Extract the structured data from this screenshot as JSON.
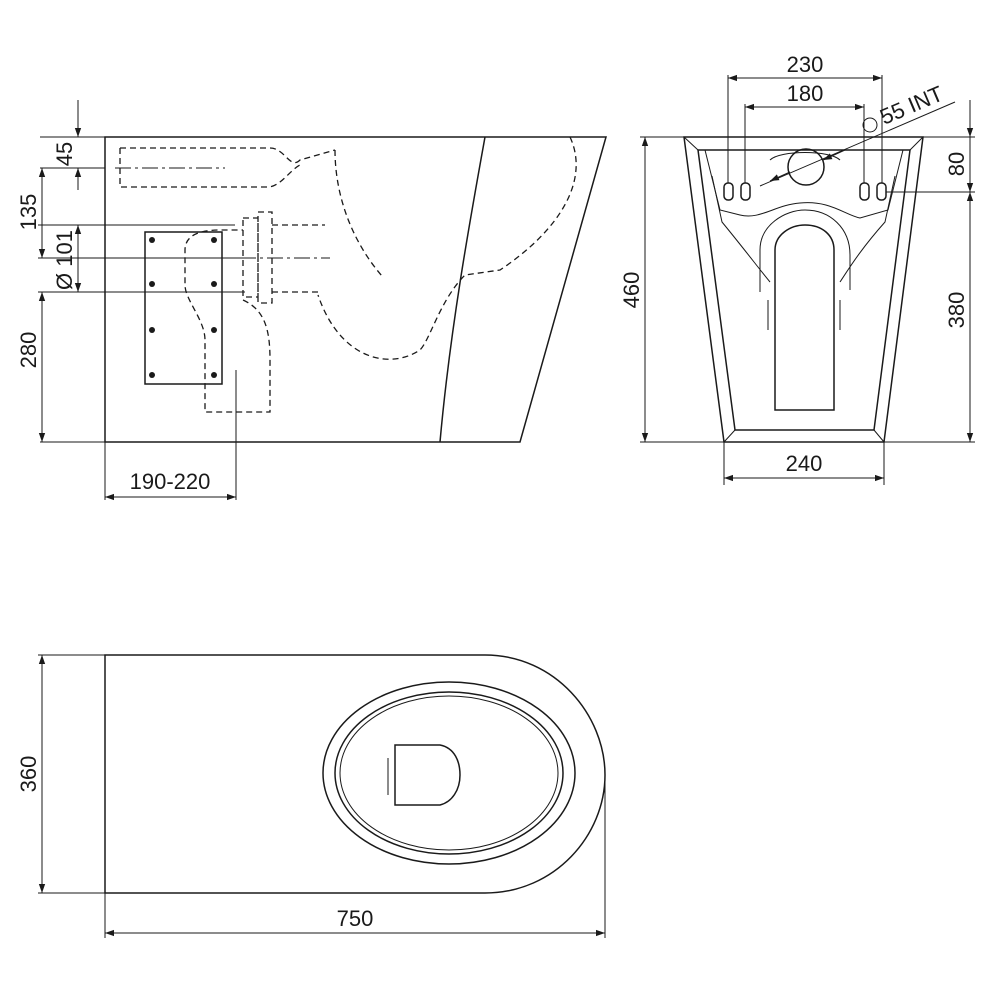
{
  "side_view": {
    "dims": {
      "d45": "45",
      "d135": "135",
      "d101": "Ø 101",
      "d280": "280",
      "d190_220": "190-220"
    }
  },
  "front_view": {
    "dims": {
      "d230": "230",
      "d180": "180",
      "d55": "55 INT",
      "d80": "80",
      "d460": "460",
      "d380": "380",
      "d240": "240"
    }
  },
  "top_view": {
    "dims": {
      "d360": "360",
      "d750": "750"
    }
  }
}
